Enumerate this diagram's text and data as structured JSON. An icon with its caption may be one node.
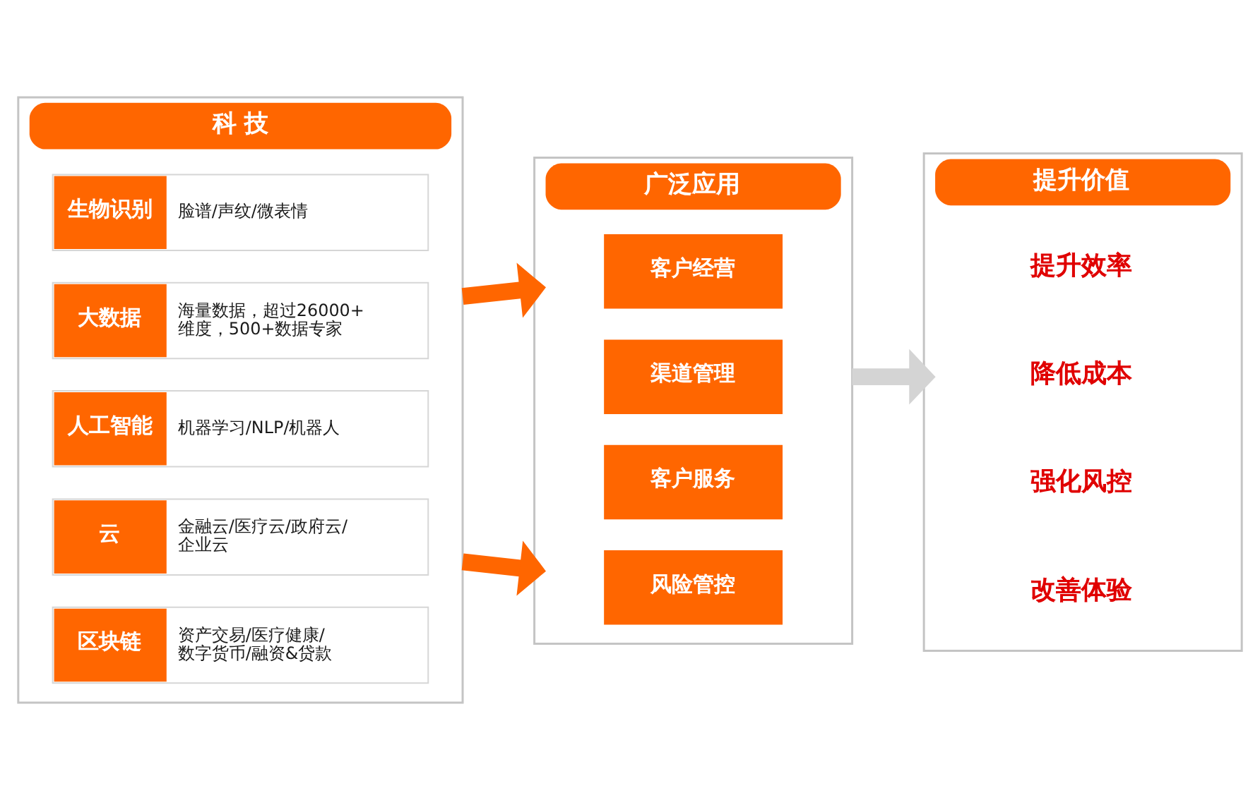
{
  "diagram": {
    "nodes": [
      {
        "text": [
          "科 技"
        ]
      },
      {
        "text": [
          "生物识别",
          "脸谱/声纹/微表情"
        ],
        "in": 0
      },
      {
        "text": [
          "大数据",
          "海量数据，超过26000+维度，500+数据专家"
        ],
        "in": 0
      },
      {
        "text": [
          "人工智能",
          "机器学习/NLP/机器人"
        ],
        "in": 0
      },
      {
        "text": [
          "云",
          "金融云/医疗云/政府云/企业云"
        ],
        "in": 0
      },
      {
        "text": [
          "区块链",
          "资产交易/医疗健康/数字货币/融资&贷款"
        ],
        "in": 0
      },
      {
        "text": [
          "广泛应用"
        ]
      },
      {
        "text": [
          "客户经营"
        ],
        "in": 6
      },
      {
        "text": [
          "渠道管理"
        ],
        "in": 6
      },
      {
        "text": [
          "客户服务"
        ],
        "in": 6
      },
      {
        "text": [
          "风险管控"
        ],
        "in": 6
      },
      {
        "text": [
          "提升价值"
        ]
      },
      {
        "text": [
          "提升效率"
        ],
        "in": 11
      },
      {
        "text": [
          "降低成本"
        ],
        "in": 11
      },
      {
        "text": [
          "强化风控"
        ],
        "in": 11
      },
      {
        "text": [
          "改善体验"
        ],
        "in": 11
      }
    ],
    "edges": [
      {
        "from": 0,
        "to": 6,
        "arrow": "to"
      },
      {
        "from": 0,
        "to": 6,
        "arrow": "to"
      },
      {
        "from": 6,
        "to": 11,
        "arrow": "to",
        "color": "#d4d4d4"
      }
    ]
  }
}
